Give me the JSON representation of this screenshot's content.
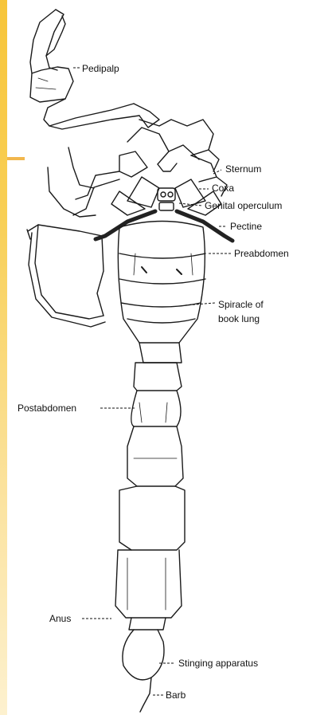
{
  "diagram": {
    "labels": {
      "pedipalp": "Pedipalp",
      "sternum": "Sternum",
      "coxa": "Coxa",
      "genital_operculum": "Genital operculum",
      "pectine": "Pectine",
      "preabdomen": "Preabdomen",
      "spiracle_line1": "Spiracle of",
      "spiracle_line2": "book lung",
      "postabdomen": "Postabdomen",
      "anus": "Anus",
      "stinging_apparatus": "Stinging apparatus",
      "barb": "Barb"
    }
  },
  "colors": {
    "accent_strip": "#f7c53a",
    "ink": "#111111"
  }
}
